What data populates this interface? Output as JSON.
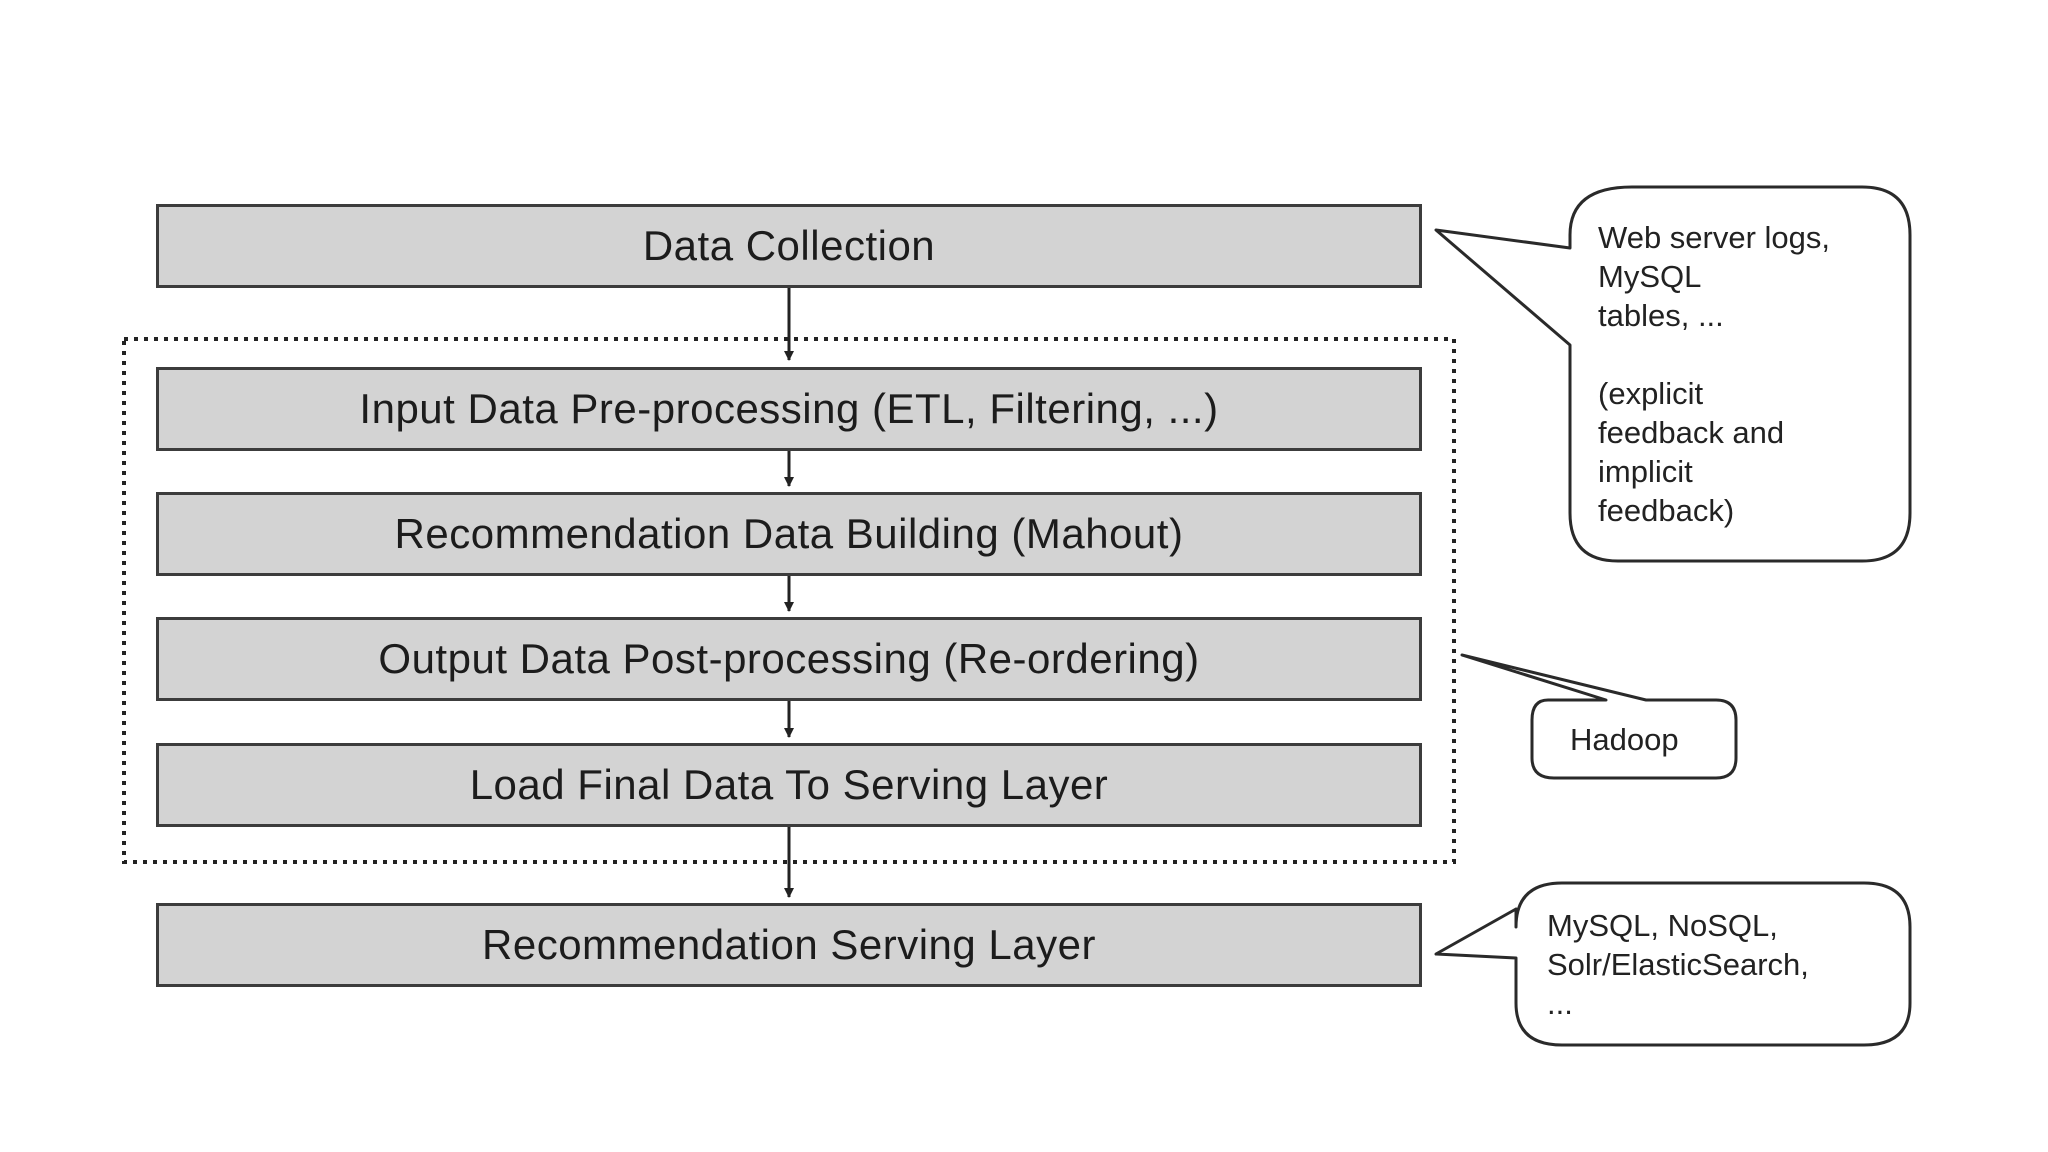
{
  "stages": [
    {
      "label": "Data Collection"
    },
    {
      "label": "Input Data Pre-processing (ETL, Filtering, ...)"
    },
    {
      "label": "Recommendation Data Building (Mahout)"
    },
    {
      "label": "Output Data Post-processing (Re-ordering)"
    },
    {
      "label": "Load Final Data To Serving Layer"
    },
    {
      "label": "Recommendation Serving Layer"
    }
  ],
  "callouts": {
    "data_sources": "Web server logs,\nMySQL\ntables, ...\n\n(explicit\nfeedback and\nimplicit\nfeedback)",
    "processing_platform": "Hadoop",
    "serving_stores": "MySQL, NoSQL,\nSolr/ElasticSearch,\n..."
  }
}
